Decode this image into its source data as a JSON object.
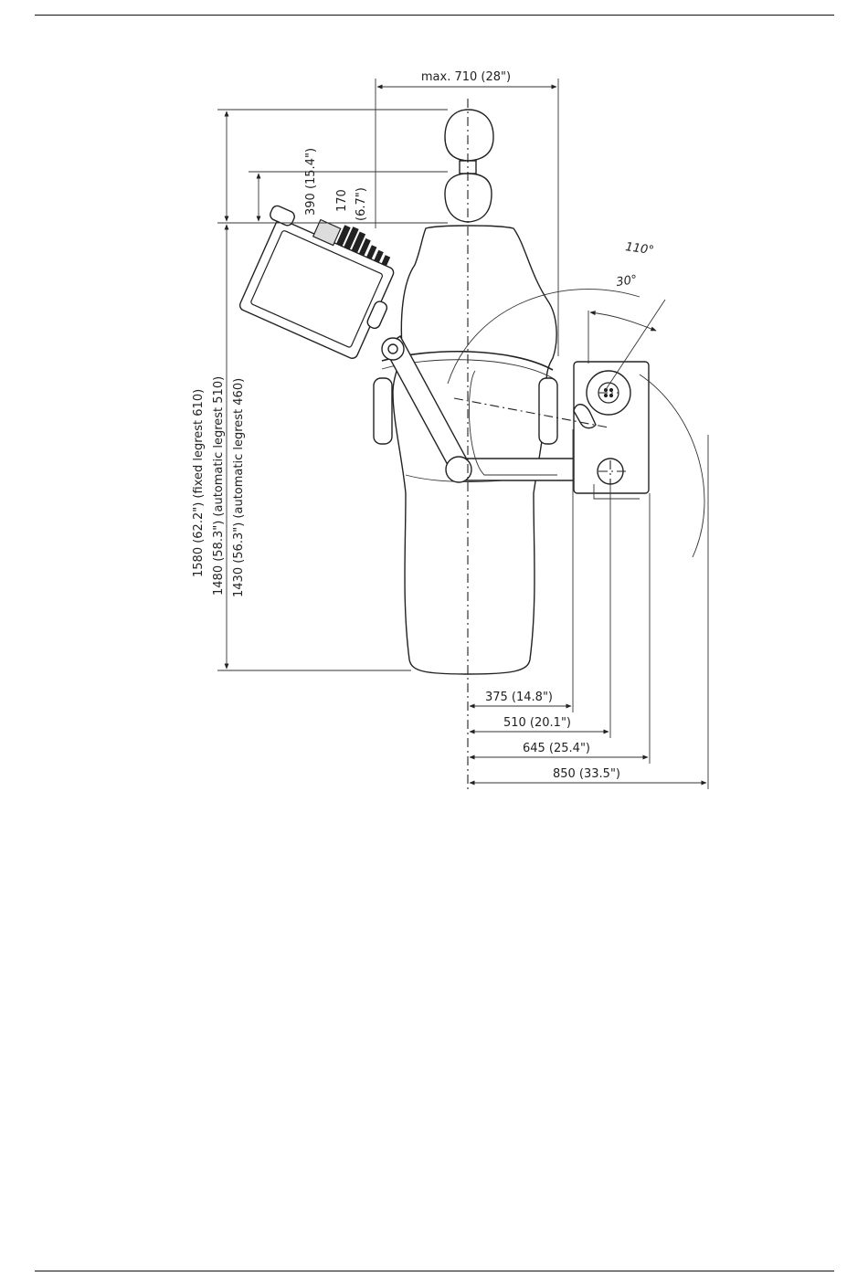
{
  "dimensions": {
    "max_width": "max. 710 (28\")",
    "height_390": "390 (15.4\")",
    "height_170": "170",
    "height_170_in": "(6.7\")",
    "height_1580": "1580 (62.2\") (fixed legrest 610)",
    "height_1480": "1480 (58.3\") (automatic legrest 510)",
    "height_1430": "1430 (56.3\") (automatic legrest 460)",
    "w_375": "375 (14.8\")",
    "w_510": "510 (20.1\")",
    "w_645": "645 (25.4\")",
    "w_850": "850 (33.5\")"
  },
  "angles": {
    "a110": "110°",
    "a30": "30°"
  }
}
